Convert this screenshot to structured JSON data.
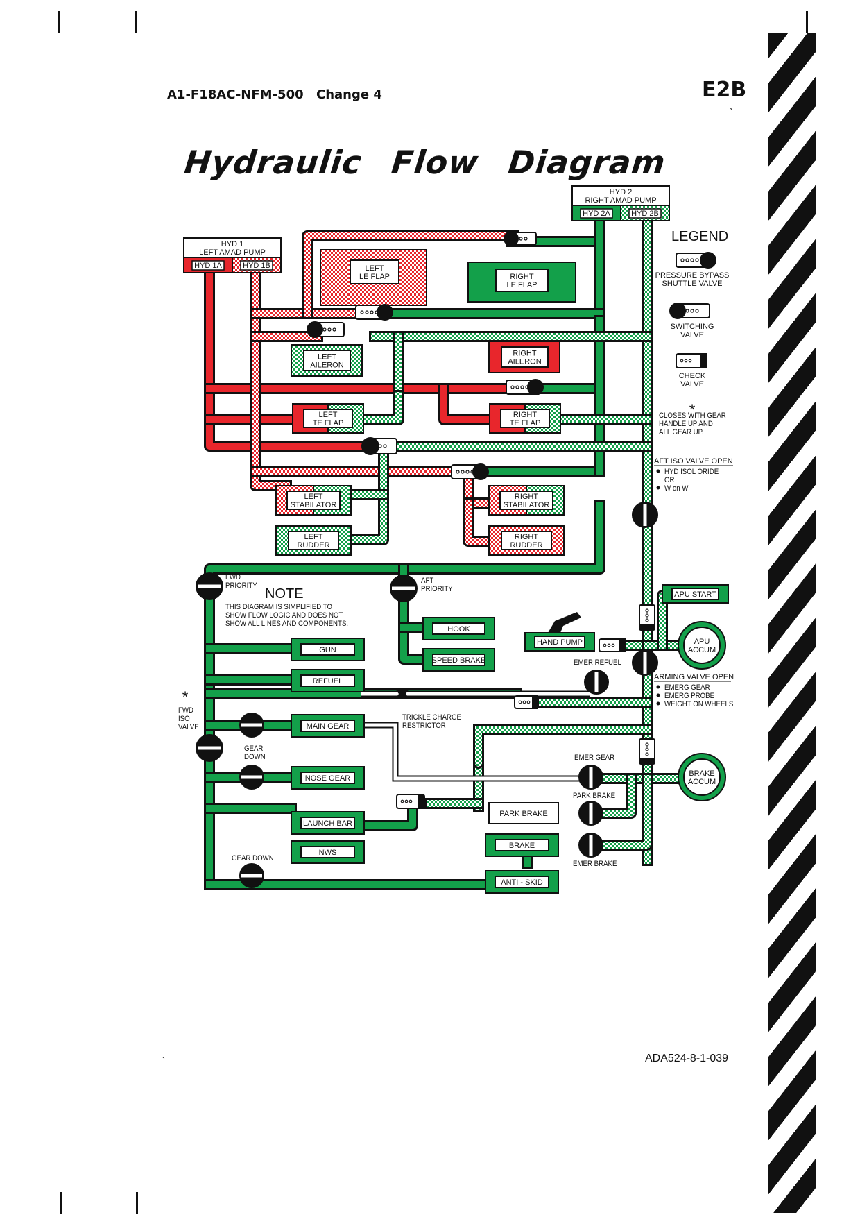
{
  "header": {
    "doc_number": "A1-F18AC-NFM-500",
    "change": "Change  4",
    "section": "E2B"
  },
  "title": "Hydraulic  Flow  Diagram",
  "figure_id": "ADA524-8-1-039",
  "colors": {
    "hyd1": "#e8262c",
    "hyd2": "#13a04a",
    "hyd_checker_light": "#ffffff",
    "outline": "#111111"
  },
  "pumps": {
    "hyd1": {
      "name": "HYD 1",
      "desc": "LEFT AMAD PUMP",
      "a": "HYD 1A",
      "b": "HYD 1B"
    },
    "hyd2": {
      "name": "HYD 2",
      "desc": "RIGHT AMAD PUMP",
      "a": "HYD 2A",
      "b": "HYD 2B"
    }
  },
  "actuators": {
    "left_le_flap": [
      "LEFT",
      "LE FLAP"
    ],
    "right_le_flap": [
      "RIGHT",
      "LE FLAP"
    ],
    "left_aileron": [
      "LEFT",
      "AILERON"
    ],
    "right_aileron": [
      "RIGHT",
      "AILERON"
    ],
    "left_te_flap": [
      "LEFT",
      "TE FLAP"
    ],
    "right_te_flap": [
      "RIGHT",
      "TE FLAP"
    ],
    "left_stabilator": [
      "LEFT",
      "STABILATOR"
    ],
    "right_stabilator": [
      "RIGHT",
      "STABILATOR"
    ],
    "left_rudder": [
      "LEFT",
      "RUDDER"
    ],
    "right_rudder": [
      "RIGHT",
      "RUDDER"
    ]
  },
  "components": {
    "hook": "HOOK",
    "speed_brake": "SPEED BRAKE",
    "gun": "GUN",
    "refuel": "REFUEL",
    "main_gear": "MAIN GEAR",
    "nose_gear": "NOSE GEAR",
    "launch_bar": "LAUNCH BAR",
    "nws": "NWS",
    "brake": "BRAKE",
    "anti_skid": "ANTI - SKID",
    "park_brake": "PARK BRAKE",
    "hand_pump": "HAND PUMP",
    "apu_start": "APU START",
    "apu_accum": [
      "APU",
      "ACCUM"
    ],
    "brake_accum": [
      "BRAKE",
      "ACCUM"
    ]
  },
  "labels": {
    "fwd_priority": [
      "FWD",
      "PRIORITY"
    ],
    "aft_priority": [
      "AFT",
      "PRIORITY"
    ],
    "fwd_iso_valve": [
      "FWD",
      "ISO",
      "VALVE"
    ],
    "gear_down_1": [
      "GEAR",
      "DOWN"
    ],
    "gear_down_2": "GEAR DOWN",
    "trickle": [
      "TRICKLE CHARGE",
      "RESTRICTOR"
    ],
    "emer_refuel": "EMER REFUEL",
    "emer_gear": "EMER GEAR",
    "park_brake_valve": "PARK BRAKE",
    "emer_brake": "EMER BRAKE",
    "asterisk": "*"
  },
  "note": {
    "title": "NOTE",
    "lines": [
      "THIS DIAGRAM IS SIMPLIFIED TO",
      "SHOW FLOW LOGIC AND DOES NOT",
      "SHOW ALL LINES AND COMPONENTS."
    ]
  },
  "legend": {
    "title": "LEGEND",
    "items": [
      {
        "icon": "pressure-bypass-shuttle-valve-icon",
        "lines": [
          "PRESSURE BYPASS",
          "SHUTTLE VALVE"
        ]
      },
      {
        "icon": "switching-valve-icon",
        "lines": [
          "SWITCHING",
          "VALVE"
        ]
      },
      {
        "icon": "check-valve-icon",
        "lines": [
          "CHECK",
          "VALVE"
        ]
      }
    ],
    "asterisk": "*",
    "asterisk_note": [
      "CLOSES WITH GEAR",
      "HANDLE UP AND",
      "ALL GEAR UP."
    ],
    "aft_iso": {
      "title": "AFT ISO VALVE OPEN",
      "lines": [
        "HYD ISOL ORIDE",
        "OR",
        "W on W"
      ]
    },
    "arming": {
      "title": "ARMING VALVE OPEN",
      "lines": [
        "EMERG GEAR",
        "EMERG PROBE",
        "WEIGHT ON WHEELS"
      ]
    }
  }
}
